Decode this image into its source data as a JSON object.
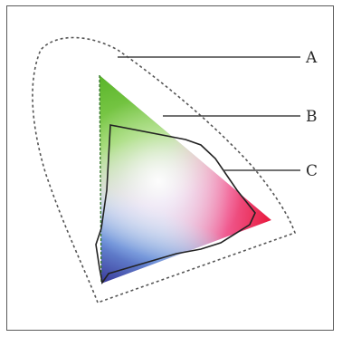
{
  "labels": {
    "a": "A",
    "b": "B",
    "c": "C"
  },
  "colors": {
    "frame_border": "#5a5a5a",
    "outline_dashed": "#555555",
    "leader_line": "#444444",
    "gamut_outline": "#222222",
    "label_text": "#2a2a2a",
    "gamut_green": "#5ab52a",
    "gamut_red": "#e8193c",
    "gamut_blue": "#3a3a9a"
  }
}
